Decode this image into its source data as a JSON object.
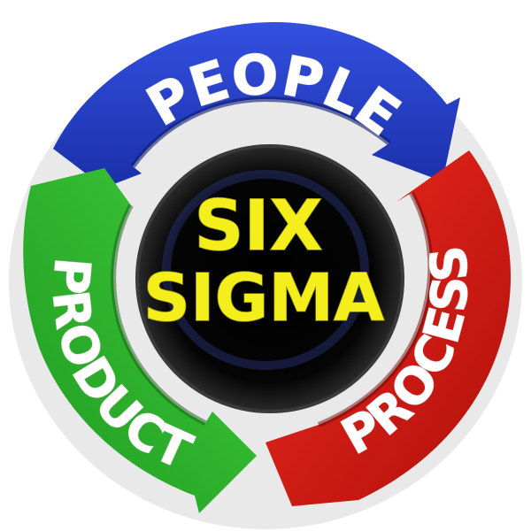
{
  "diagram": {
    "center": {
      "line1": "SIX",
      "line2": "SIGMA"
    },
    "segments": [
      {
        "id": "people",
        "label": "PEOPLE",
        "color": "#1f3fc9"
      },
      {
        "id": "process",
        "label": "PROCESS",
        "color": "#d8140f"
      },
      {
        "id": "product",
        "label": "PRODUCT",
        "color": "#2fb52f"
      }
    ],
    "colors": {
      "text": "#ffffff",
      "center_text": "#f4ef1c",
      "core": "#000000"
    }
  }
}
